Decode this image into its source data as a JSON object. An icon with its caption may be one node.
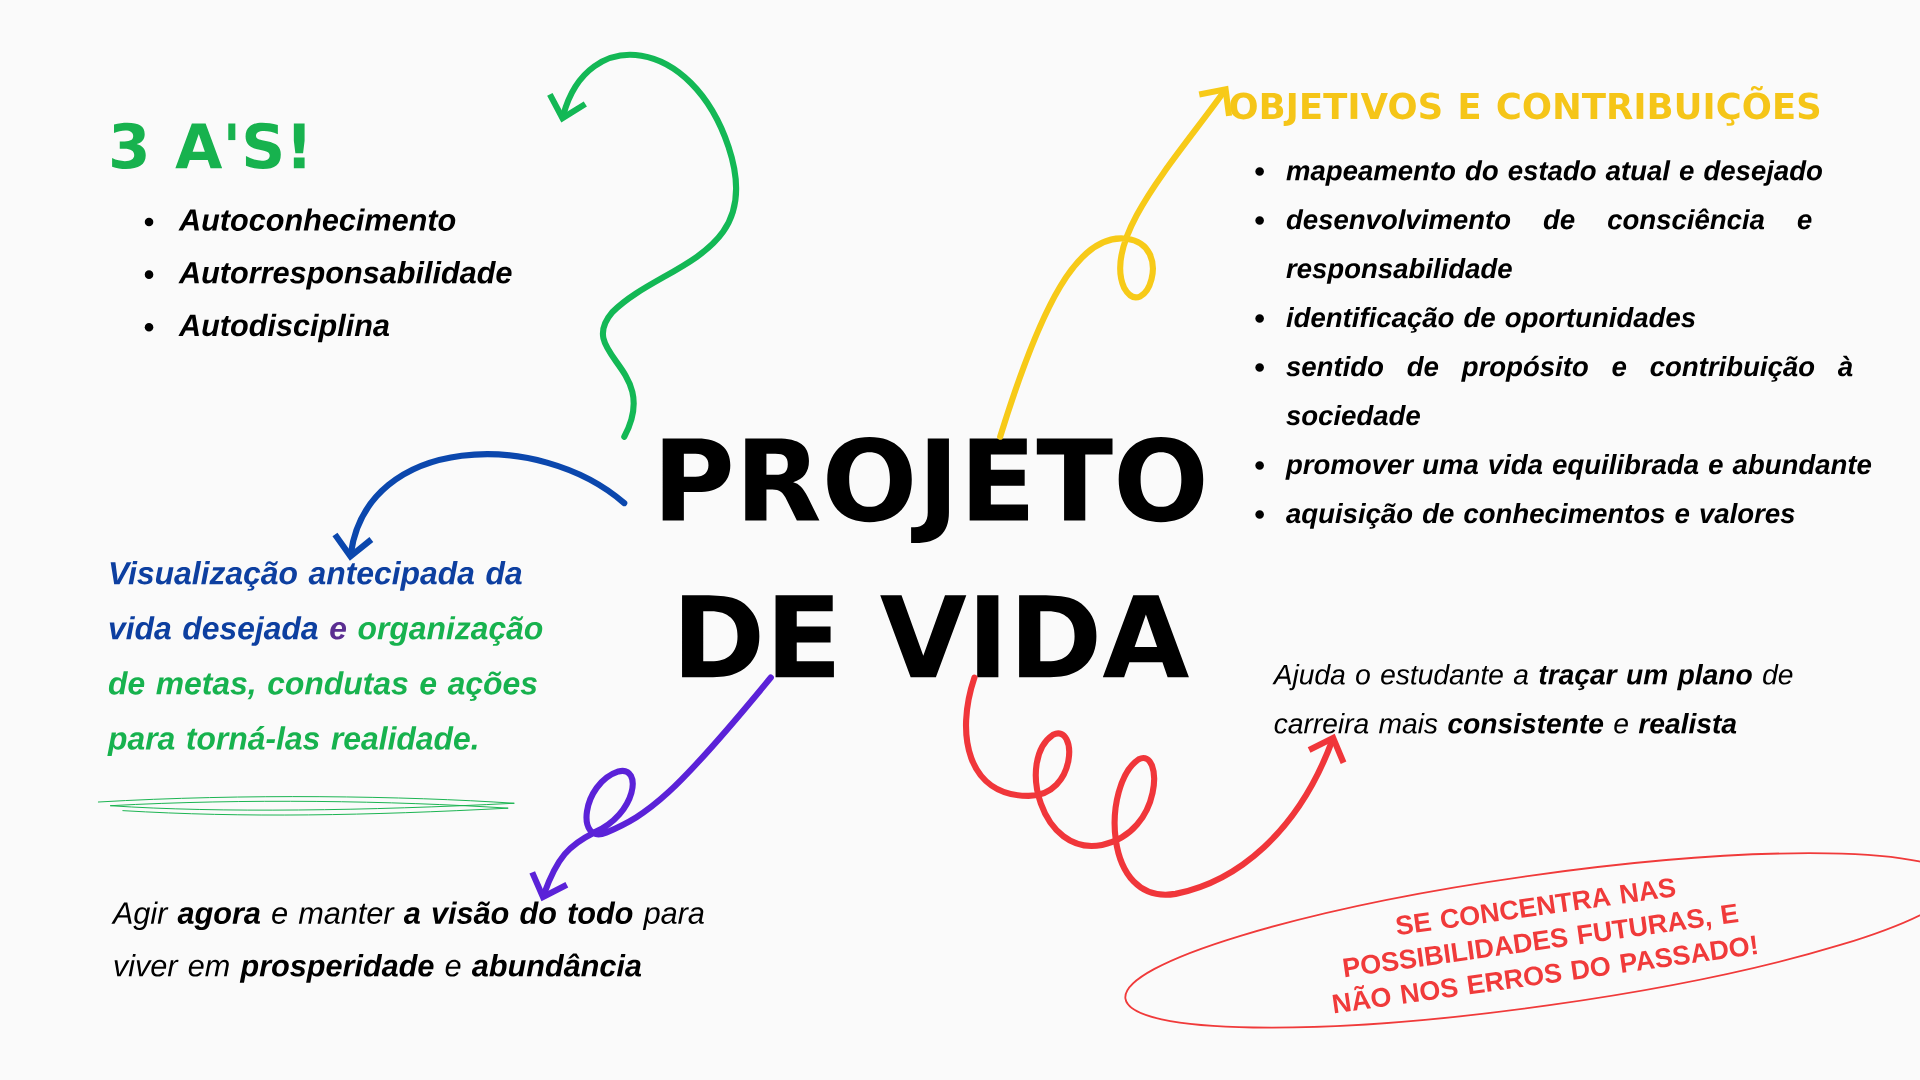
{
  "diagram": {
    "nodes": [
      {
        "text": [
          "PROJETO DE VIDA"
        ]
      },
      {
        "text": [
          "3 A'S!",
          "Autoconhecimento",
          "Autorresponsabilidade",
          "Autodisciplina"
        ]
      },
      {
        "text": [
          "OBJETIVOS E CONTRIBUIÇÕES",
          "mapeamento do estado atual e desejado",
          "desenvolvimento de consciência e responsabilidade",
          "identificação de oportunidades",
          "sentido de propósito e contribuição à sociedade",
          "promover uma vida equilibrada e abundante",
          "aquisição de conhecimentos e valores"
        ]
      },
      {
        "text": [
          "Visualização antecipada da vida desejada",
          "e",
          "organização de metas, condutas e ações para torná-las realidade."
        ]
      },
      {
        "text": [
          "Agir **agora** e manter **a visão do todo** para viver em **prosperidade** e **abundância**"
        ]
      },
      {
        "text": [
          "Ajuda o estudante a **traçar um plano** de carreira mais **consistente** e **realista**"
        ]
      },
      {
        "text": [
          "SE CONCENTRA NAS POSSIBILIDADES FUTURAS, E NÃO NOS ERROS DO PASSADO!"
        ]
      }
    ],
    "edges": [
      {
        "from": 0,
        "to": 1,
        "arrow": "to",
        "color": "#13b855"
      },
      {
        "from": 0,
        "to": 2,
        "arrow": "to",
        "color": "#f7ca18"
      },
      {
        "from": 0,
        "to": 3,
        "arrow": "to",
        "color": "#0b47ad"
      },
      {
        "from": 0,
        "to": 4,
        "arrow": "to",
        "color": "#5b22d8"
      },
      {
        "from": 0,
        "to": 5,
        "arrow": "to",
        "color": "#f0363a"
      }
    ]
  }
}
